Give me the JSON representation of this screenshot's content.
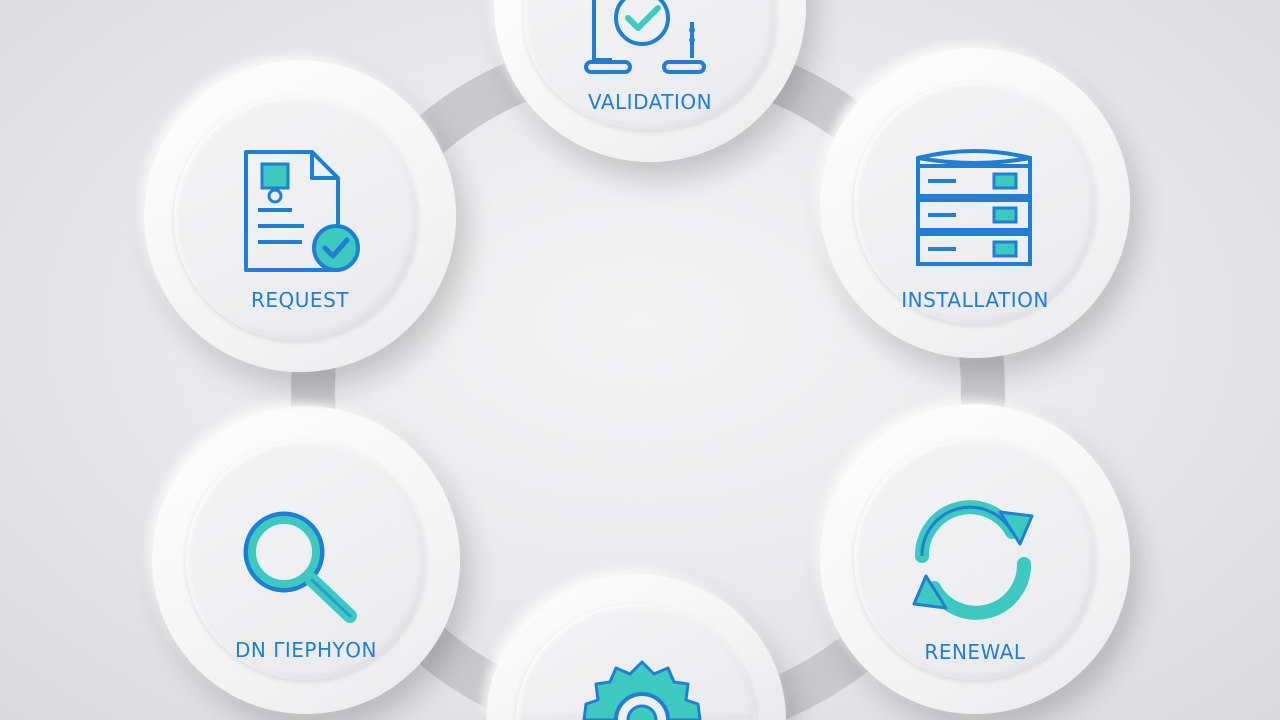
{
  "diagram": {
    "steps": [
      {
        "id": "validation",
        "label": "VALIDATION",
        "icon": "document-check-icon"
      },
      {
        "id": "installation",
        "label": "INSTALLATION",
        "icon": "server-icon"
      },
      {
        "id": "renewal",
        "label": "RENEWAL",
        "icon": "refresh-arrows-icon"
      },
      {
        "id": "configuration",
        "label": "",
        "icon": "gear-icon"
      },
      {
        "id": "discovery",
        "label": "DN ΓΙΕΡΗΥΟΝ",
        "icon": "magnifier-icon"
      },
      {
        "id": "request",
        "label": "REQUEST",
        "icon": "document-check-icon"
      }
    ]
  },
  "colors": {
    "label": "#1f7fd6",
    "icon_blue": "#1f7fd6",
    "icon_teal": "#3ec9c0",
    "ring": "#c9cacd"
  }
}
